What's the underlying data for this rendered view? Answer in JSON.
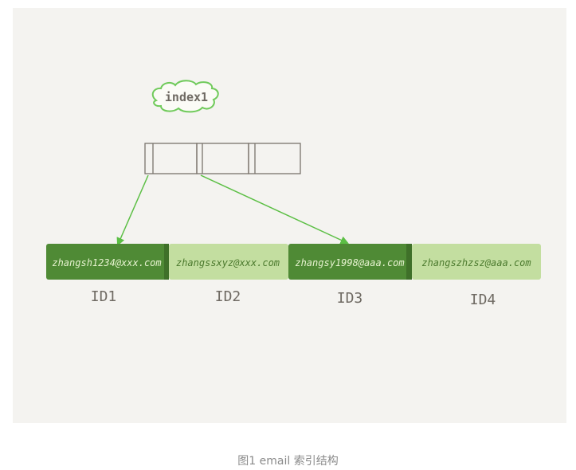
{
  "diagram": {
    "index_label": "index1",
    "records": [
      {
        "email": "zhangsh1234@xxx.com",
        "id": "ID1",
        "shade": "dark"
      },
      {
        "email": "zhangssxyz@xxx.com",
        "id": "ID2",
        "shade": "light"
      },
      {
        "email": "zhangsy1998@aaa.com",
        "id": "ID3",
        "shade": "dark"
      },
      {
        "email": "zhangszhzsz@aaa.com",
        "id": "ID4",
        "shade": "light"
      }
    ],
    "colors": {
      "background": "#f4f3f0",
      "record_dark": "#4f8a35",
      "record_light": "#c3dea0",
      "text_on_dark": "#e6f2cf",
      "text_on_light": "#4c7a2e",
      "arrow": "#5cbf45",
      "index_outline": "#6fca5a",
      "box_stroke": "#7a736c",
      "id_text": "#6f6a63"
    }
  },
  "caption": "图1 email 索引结构"
}
